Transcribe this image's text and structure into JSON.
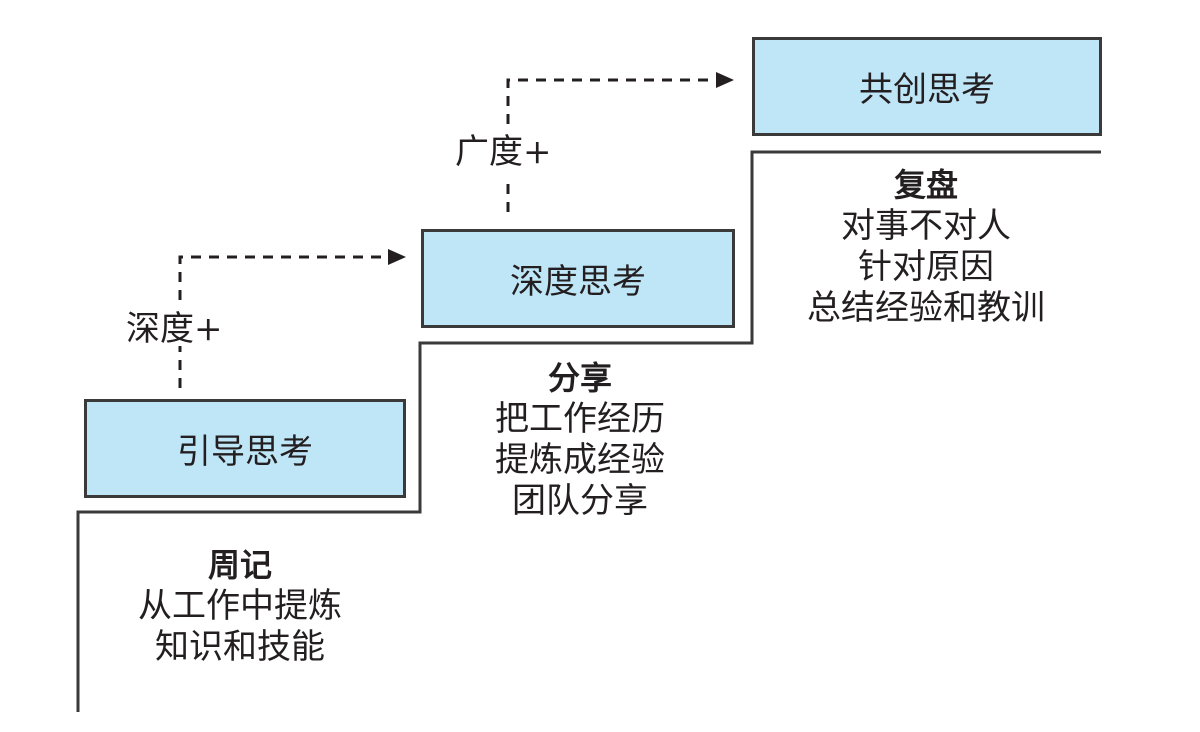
{
  "diagram": {
    "colors": {
      "box_fill": "#bfe6f7",
      "stroke": "#3a3a3a",
      "text": "#231f20"
    },
    "stages": [
      {
        "box_label": "引导思考",
        "practice_title": "周记",
        "practice_lines": [
          "从工作中提炼",
          "知识和技能"
        ]
      },
      {
        "box_label": "深度思考",
        "practice_title": "分享",
        "practice_lines": [
          "把工作经历",
          "提炼成经验",
          "团队分享"
        ]
      },
      {
        "box_label": "共创思考",
        "practice_title": "复盘",
        "practice_lines": [
          "对事不对人",
          "针对原因",
          "总结经验和教训"
        ]
      }
    ],
    "transitions": [
      {
        "label": "深度+",
        "from": "引导思考",
        "to": "深度思考"
      },
      {
        "label": "广度+",
        "from": "深度思考",
        "to": "共创思考"
      }
    ]
  }
}
